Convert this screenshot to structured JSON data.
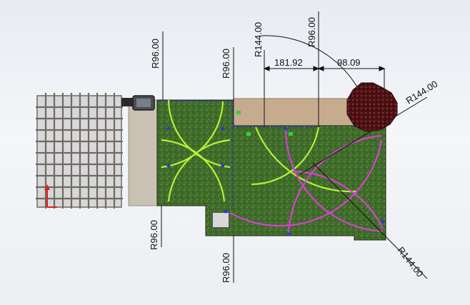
{
  "dimensions": {
    "left_top_radius": "R96.00",
    "center_top_radius": "R96.00",
    "top_arc_radius": "R144.00",
    "top_right_radius": "R96.00",
    "linear_left": "181.92",
    "linear_right": "98.09",
    "right_radius": "R144.00",
    "left_bottom_radius": "R96.00",
    "center_bottom_radius": "R96.00",
    "bottom_right_radius": "R144.00"
  },
  "watermark": "SW",
  "colors": {
    "lawn": "#3f6b2a",
    "patio": "#c9c1b3",
    "bed": "#c6ab8e",
    "sprinkler_lime": "#b6f03a",
    "sprinkler_magenta": "#d83fd0",
    "sketch": "#2336c4",
    "tree": "#4a1215"
  },
  "icons": {
    "view_triad": "axis-triad-icon",
    "grill": "grill-icon",
    "tree": "tree-icon",
    "pergola": "pergola-icon"
  }
}
